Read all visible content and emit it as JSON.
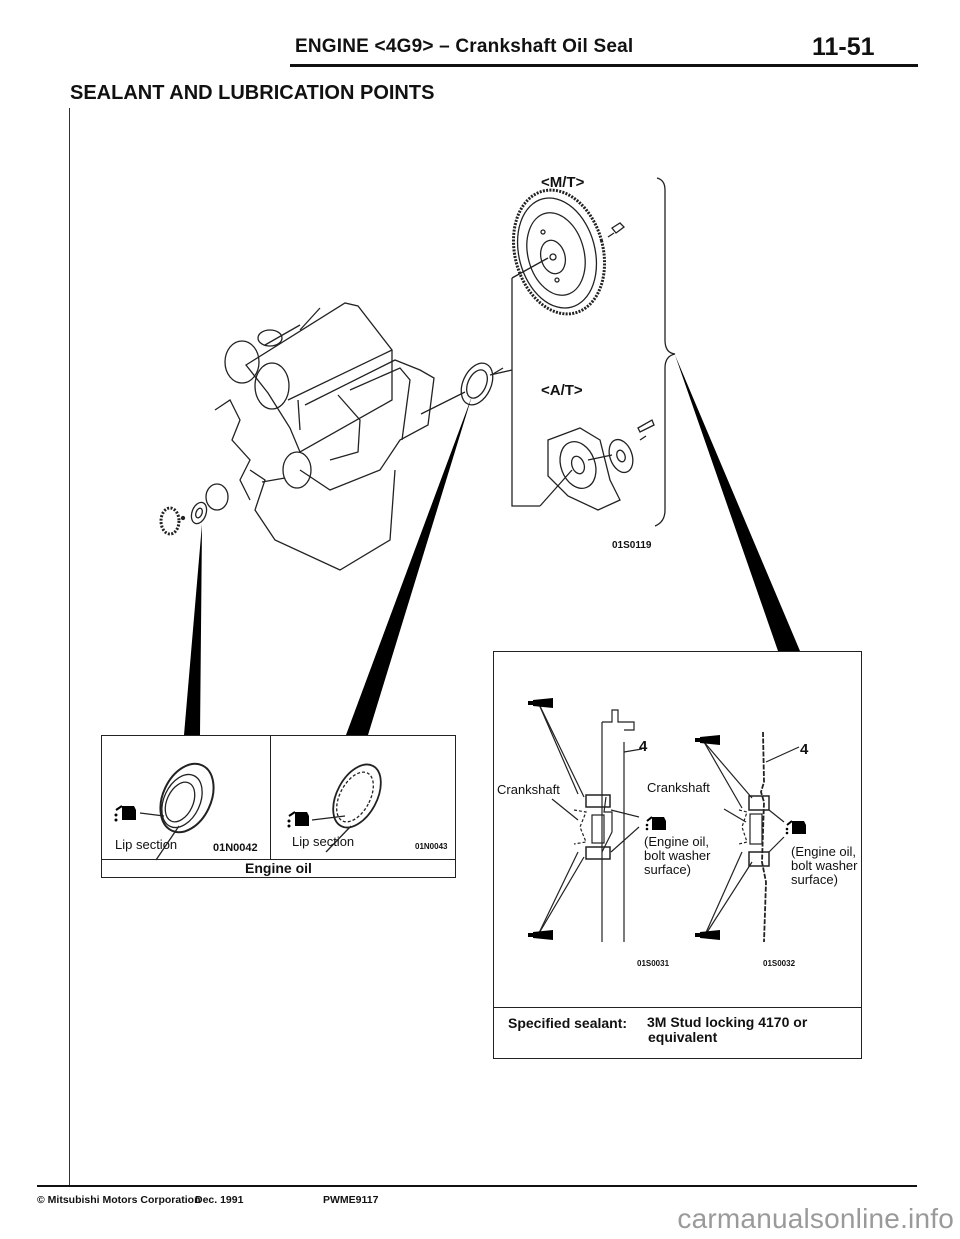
{
  "header": {
    "title": "ENGINE <4G9> – Crankshaft Oil Seal",
    "page_number": "11-51"
  },
  "section": {
    "title": "SEALANT AND LUBRICATION POINTS"
  },
  "main_illustration": {
    "mt_label": "<M/T>",
    "at_label": "<A/T>",
    "figure_code": "01S0119"
  },
  "engine_oil_box": {
    "panels": [
      {
        "label": "Lip section",
        "figure_code": "01N0042"
      },
      {
        "label": "Lip section",
        "figure_code": "01N0043"
      }
    ],
    "caption": "Engine oil"
  },
  "sealant_box": {
    "diagrams": [
      {
        "part_number": "4",
        "crankshaft_label": "Crankshaft",
        "oil_note_line1": "(Engine oil,",
        "oil_note_line2": "bolt washer",
        "oil_note_line3": "surface)",
        "figure_code": "01S0031"
      },
      {
        "part_number": "4",
        "crankshaft_label": "Crankshaft",
        "oil_note_line1": "(Engine oil,",
        "oil_note_line2": "bolt washer",
        "oil_note_line3": "surface)",
        "figure_code": "01S0032"
      }
    ],
    "caption_label": "Specified sealant:",
    "caption_value_line1": "3M Stud locking 4170 or",
    "caption_value_line2": "equivalent"
  },
  "footer": {
    "copyright": "© Mitsubishi Motors Corporation",
    "date": "Dec. 1991",
    "doc_code": "PWME9117"
  },
  "watermark": "carmanualsonline.info"
}
